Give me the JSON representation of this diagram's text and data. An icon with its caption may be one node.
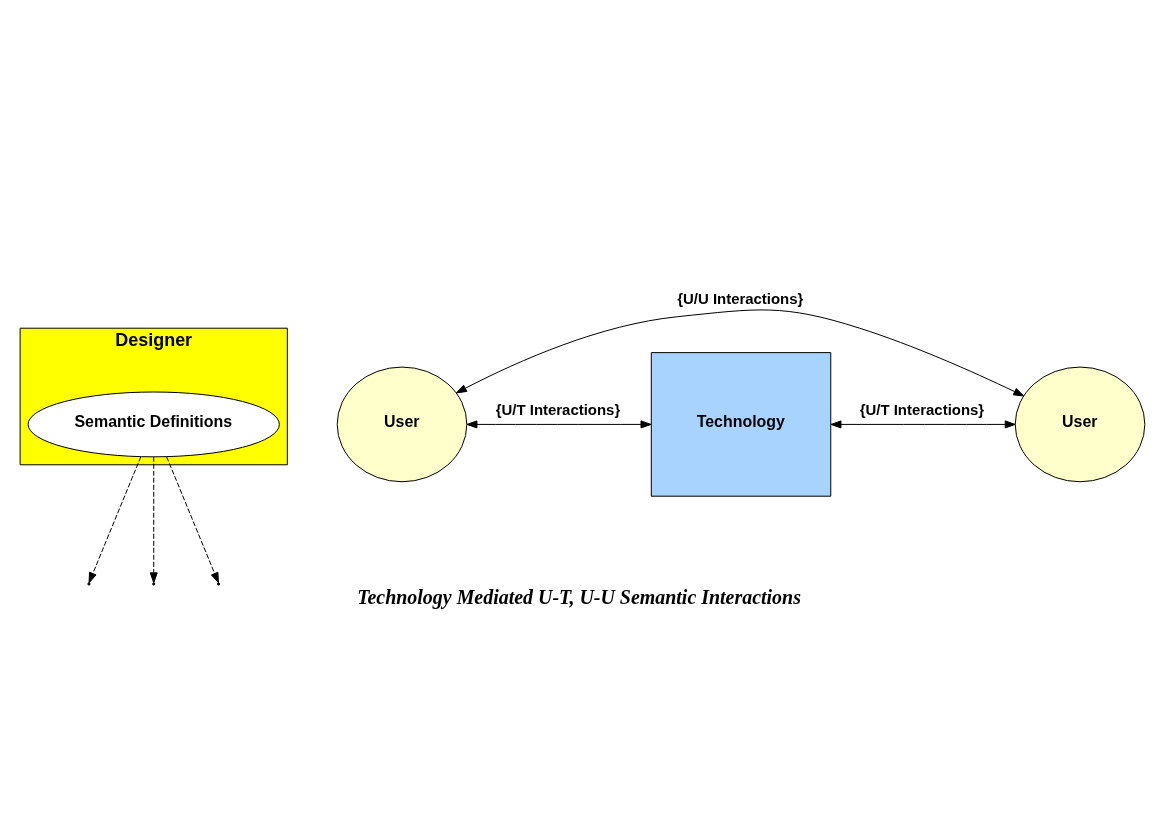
{
  "diagram": {
    "caption": "Technology Mediated U-T, U-U Semantic Interactions",
    "nodes": [
      {
        "text": [
          "Designer"
        ]
      },
      {
        "text": [
          "Semantic Definitions"
        ],
        "in": 0
      },
      {
        "text": [
          "User"
        ]
      },
      {
        "text": [
          "Technology"
        ]
      },
      {
        "text": [
          "User"
        ]
      }
    ],
    "edges": [
      {
        "from": 1,
        "to": null,
        "arrow": "to",
        "style": "dashed"
      },
      {
        "from": 1,
        "to": null,
        "arrow": "to",
        "style": "dashed"
      },
      {
        "from": 1,
        "to": null,
        "arrow": "to",
        "style": "dashed"
      },
      {
        "from": 2,
        "to": 4,
        "arrow": "both",
        "label": "{U/U Interactions}"
      },
      {
        "from": 2,
        "to": 3,
        "arrow": "both",
        "label": "{U/T Interactions}"
      },
      {
        "from": 3,
        "to": 4,
        "arrow": "both",
        "label": "{U/T Interactions}"
      }
    ]
  }
}
